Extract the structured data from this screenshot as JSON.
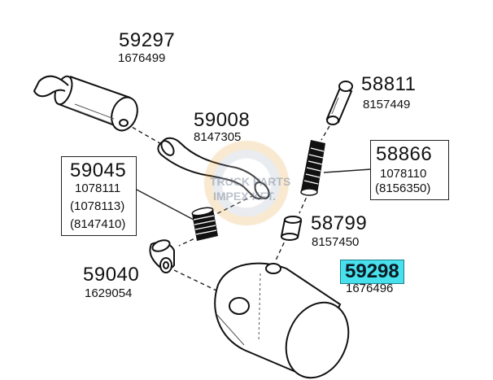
{
  "parts": [
    {
      "id": "p59297",
      "number": "59297",
      "ref": "1676499"
    },
    {
      "id": "p59008",
      "number": "59008",
      "ref": "8147305"
    },
    {
      "id": "p58811",
      "number": "58811",
      "ref": "8157449"
    },
    {
      "id": "p58866",
      "number": "58866",
      "refs": [
        "1078110",
        "(8156350)"
      ]
    },
    {
      "id": "p59045",
      "number": "59045",
      "refs": [
        "1078111",
        "(1078113)",
        "(8147410)"
      ]
    },
    {
      "id": "p58799",
      "number": "58799",
      "ref": "8157450"
    },
    {
      "id": "p59040",
      "number": "59040",
      "ref": "1629054"
    },
    {
      "id": "p59298",
      "number": "59298",
      "ref": "1676496",
      "highlight_color": "#48e0ec"
    }
  ],
  "watermark": {
    "line1": "TRUCK PARTS",
    "line2": "IMPEX KFT."
  }
}
